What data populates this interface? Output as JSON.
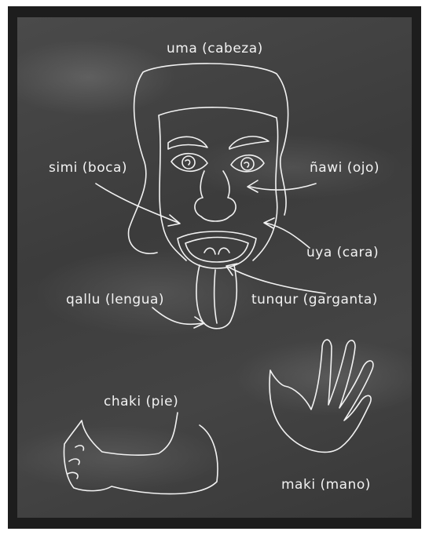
{
  "labels": {
    "head": "uma (cabeza)",
    "mouth": "simi (boca)",
    "eye": "ñawi (ojo)",
    "face": "uya (cara)",
    "tongue": "qallu (lengua)",
    "throat": "tunqur (garganta)",
    "foot": "chaki (pie)",
    "hand": "maki (mano)"
  },
  "colors": {
    "chalk": "#f2f2f2",
    "board": "#404040",
    "frame": "#1d1d1d"
  }
}
